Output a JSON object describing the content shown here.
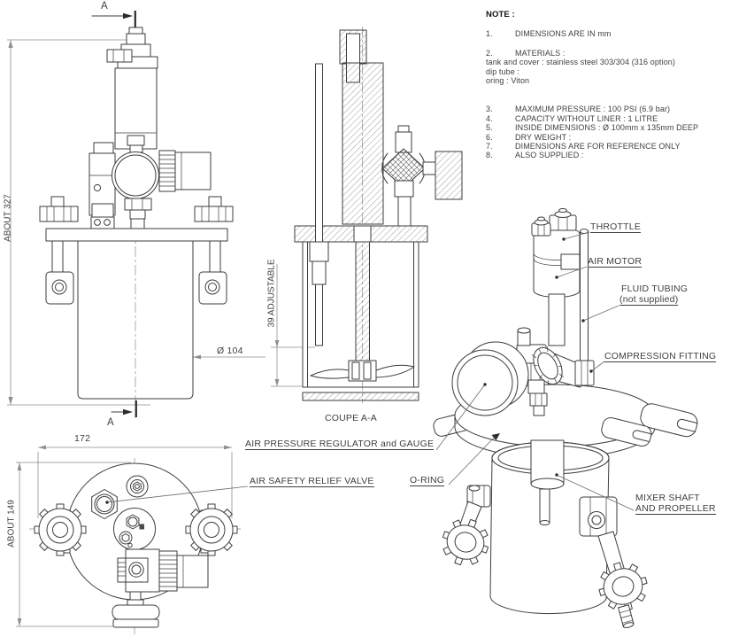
{
  "notes": {
    "heading": "NOTE :",
    "item1_num": "1.",
    "item1_text": "DIMENSIONS ARE IN mm",
    "item2_num": "2.",
    "item2_text": "MATERIALS :",
    "item2_sub1": "tank and cover : stainless steel 303/304 (316 option)",
    "item2_sub2": "dip tube :",
    "item2_sub3": "oring : Viton",
    "item3_num": "3.",
    "item3_text": "MAXIMUM PRESSURE : 100 PSI (6.9 bar)",
    "item4_num": "4.",
    "item4_text": "CAPACITY WITHOUT LINER : 1 LITRE",
    "item5_num": "5.",
    "item5_text": "INSIDE DIMENSIONS : Ø 100mm x 135mm DEEP",
    "item6_num": "6.",
    "item6_text": "DRY WEIGHT :",
    "item7_num": "7.",
    "item7_text": "DIMENSIONS ARE FOR REFERENCE ONLY",
    "item8_num": "8.",
    "item8_text": "ALSO SUPPLIED :"
  },
  "callouts": {
    "throttle": "THROTTLE",
    "air_motor": "AIR MOTOR",
    "fluid_tubing_1": "FLUID TUBING",
    "fluid_tubing_2": "(not supplied)",
    "compression_fitting": "COMPRESSION FITTING",
    "regulator_gauge": "AIR PRESSURE REGULATOR and GAUGE",
    "o_ring": "O-RING",
    "safety_valve": "AIR SAFETY RELIEF VALVE",
    "mixer_1": "MIXER SHAFT",
    "mixer_2": "AND PROPELLER"
  },
  "dimensions": {
    "height_overall": "ABOUT 327",
    "tank_diameter": "Ø 104",
    "adjustable": "39 ADJUSTABLE",
    "width_overall": "172",
    "depth_overall": "ABOUT 149",
    "section_label": "COUPE A-A",
    "section_marker": "A"
  },
  "colors": {
    "line": "#3d3d3d",
    "dim_line": "#8f8f8f",
    "text": "#3f3f3f",
    "background": "#ffffff"
  }
}
